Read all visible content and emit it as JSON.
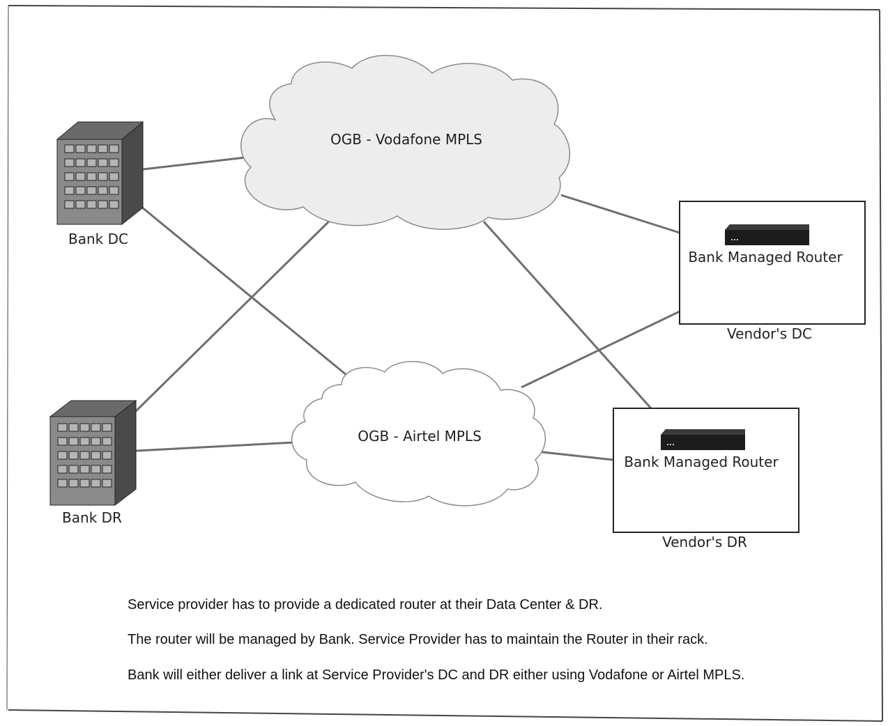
{
  "clouds": {
    "vodafone": {
      "label": "OGB - Vodafone MPLS"
    },
    "airtel": {
      "label": "OGB - Airtel MPLS"
    }
  },
  "sites": {
    "bank_dc": {
      "label": "Bank DC",
      "icon": "office-building-icon"
    },
    "bank_dr": {
      "label": "Bank DR",
      "icon": "office-building-icon"
    },
    "vendor_dc": {
      "caption": "Vendor's DC",
      "router_label": "Bank Managed Router",
      "icon": "router-icon"
    },
    "vendor_dr": {
      "caption": "Vendor's DR",
      "router_label": "Bank Managed Router",
      "icon": "router-icon"
    }
  },
  "notes": [
    "Service provider has to provide a dedicated router at their Data Center & DR.",
    "The router will be managed by Bank. Service Provider has to maintain the Router in their rack.",
    "Bank will either deliver a link at Service Provider's DC and DR either using Vodafone or Airtel MPLS."
  ],
  "colors": {
    "cloud_fill": "#ededed",
    "link_line": "#6e6e6e",
    "building_front": "#8a8a8a",
    "building_side": "#4a4a4a",
    "router_body": "#1c1c1c"
  }
}
